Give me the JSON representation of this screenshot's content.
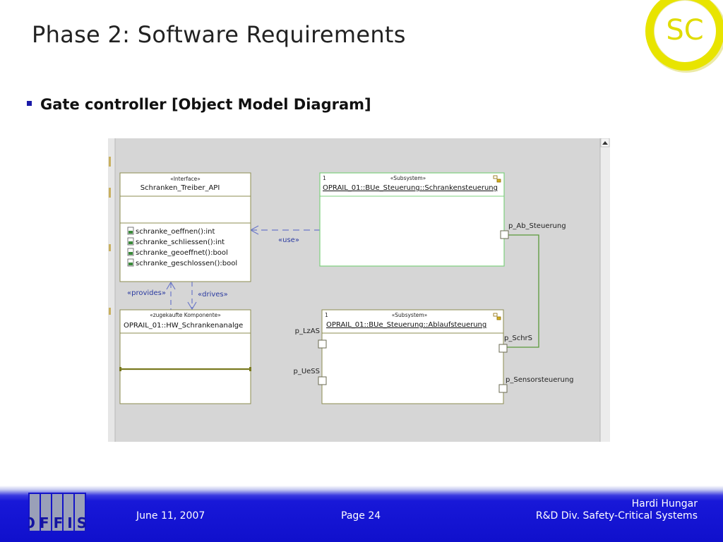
{
  "slide": {
    "title": "Phase 2: Software Requirements",
    "bullet": "Gate controller [Object Model Diagram]"
  },
  "logo": {
    "text": "SC"
  },
  "diagram": {
    "interface_box": {
      "stereotype": "«Interface»",
      "name": "Schranken_Treiber_API",
      "operations": [
        "schranke_oeffnen():int",
        "schranke_schliessen():int",
        "schranke_geoeffnet():bool",
        "schranke_geschlossen():bool"
      ]
    },
    "subsystem_top": {
      "multiplicity": "1",
      "stereotype": "«Subsystem»",
      "name": "OPRAIL_01::BUe_Steuerung::Schrankensteuerung",
      "port": "p_Ab_Steuerung"
    },
    "component_box": {
      "stereotype": "«zugekaufte Komponente»",
      "name": "OPRAIL_01::HW_Schrankenanalge"
    },
    "subsystem_bottom": {
      "multiplicity": "1",
      "stereotype": "«Subsystem»",
      "name": "OPRAIL_01::BUe_Steuerung::Ablaufsteuerung",
      "ports": {
        "lzas": "p_LzAS",
        "uess": "p_UeSS",
        "schrs": "p_SchrS",
        "sensor": "p_Sensorsteuerung"
      }
    },
    "relations": {
      "use": "«use»",
      "provides": "«provides»",
      "drives": "«drives»"
    }
  },
  "footer": {
    "logo_text": "OFFIS",
    "date": "June 11, 2007",
    "page": "Page 24",
    "author": "Hardi Hungar",
    "division": "R&D Div. Safety-Critical Systems"
  },
  "colors": {
    "accent_blue": "#1a1aa8",
    "footer_blue": "#1010cc",
    "logo_yellow": "#e8e400",
    "box_border": "#8c8c50",
    "subsystem_border": "#7ed07e",
    "diagram_bg": "#d6d6d6"
  },
  "icons": [
    "bullet-square-icon",
    "operation-icon",
    "subsystem-icon",
    "scrollbar-up-arrow-icon"
  ]
}
